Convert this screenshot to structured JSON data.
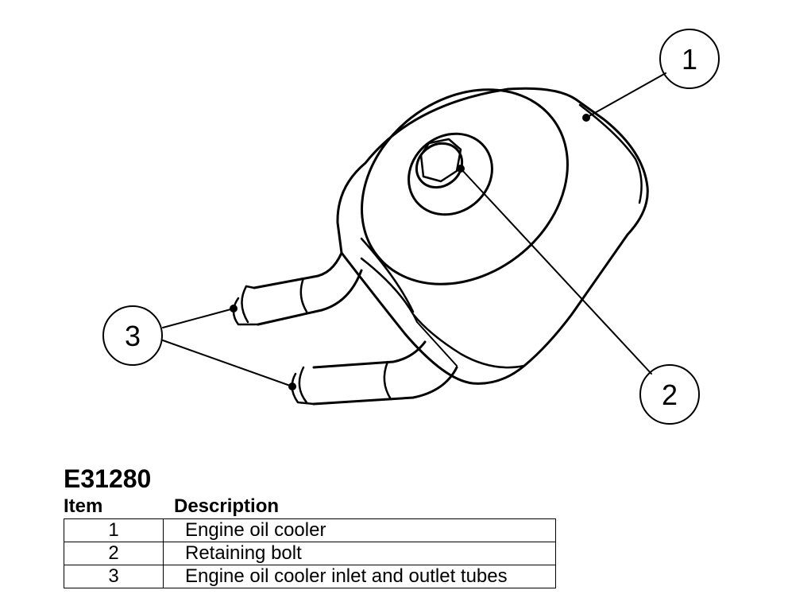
{
  "figure_id": "E31280",
  "legend": {
    "header_item": "Item",
    "header_description": "Description",
    "rows": [
      {
        "item": "1",
        "description": "Engine oil cooler"
      },
      {
        "item": "2",
        "description": "Retaining bolt"
      },
      {
        "item": "3",
        "description": "Engine oil cooler inlet and outlet tubes"
      }
    ]
  },
  "callouts": [
    "1",
    "2",
    "3"
  ]
}
